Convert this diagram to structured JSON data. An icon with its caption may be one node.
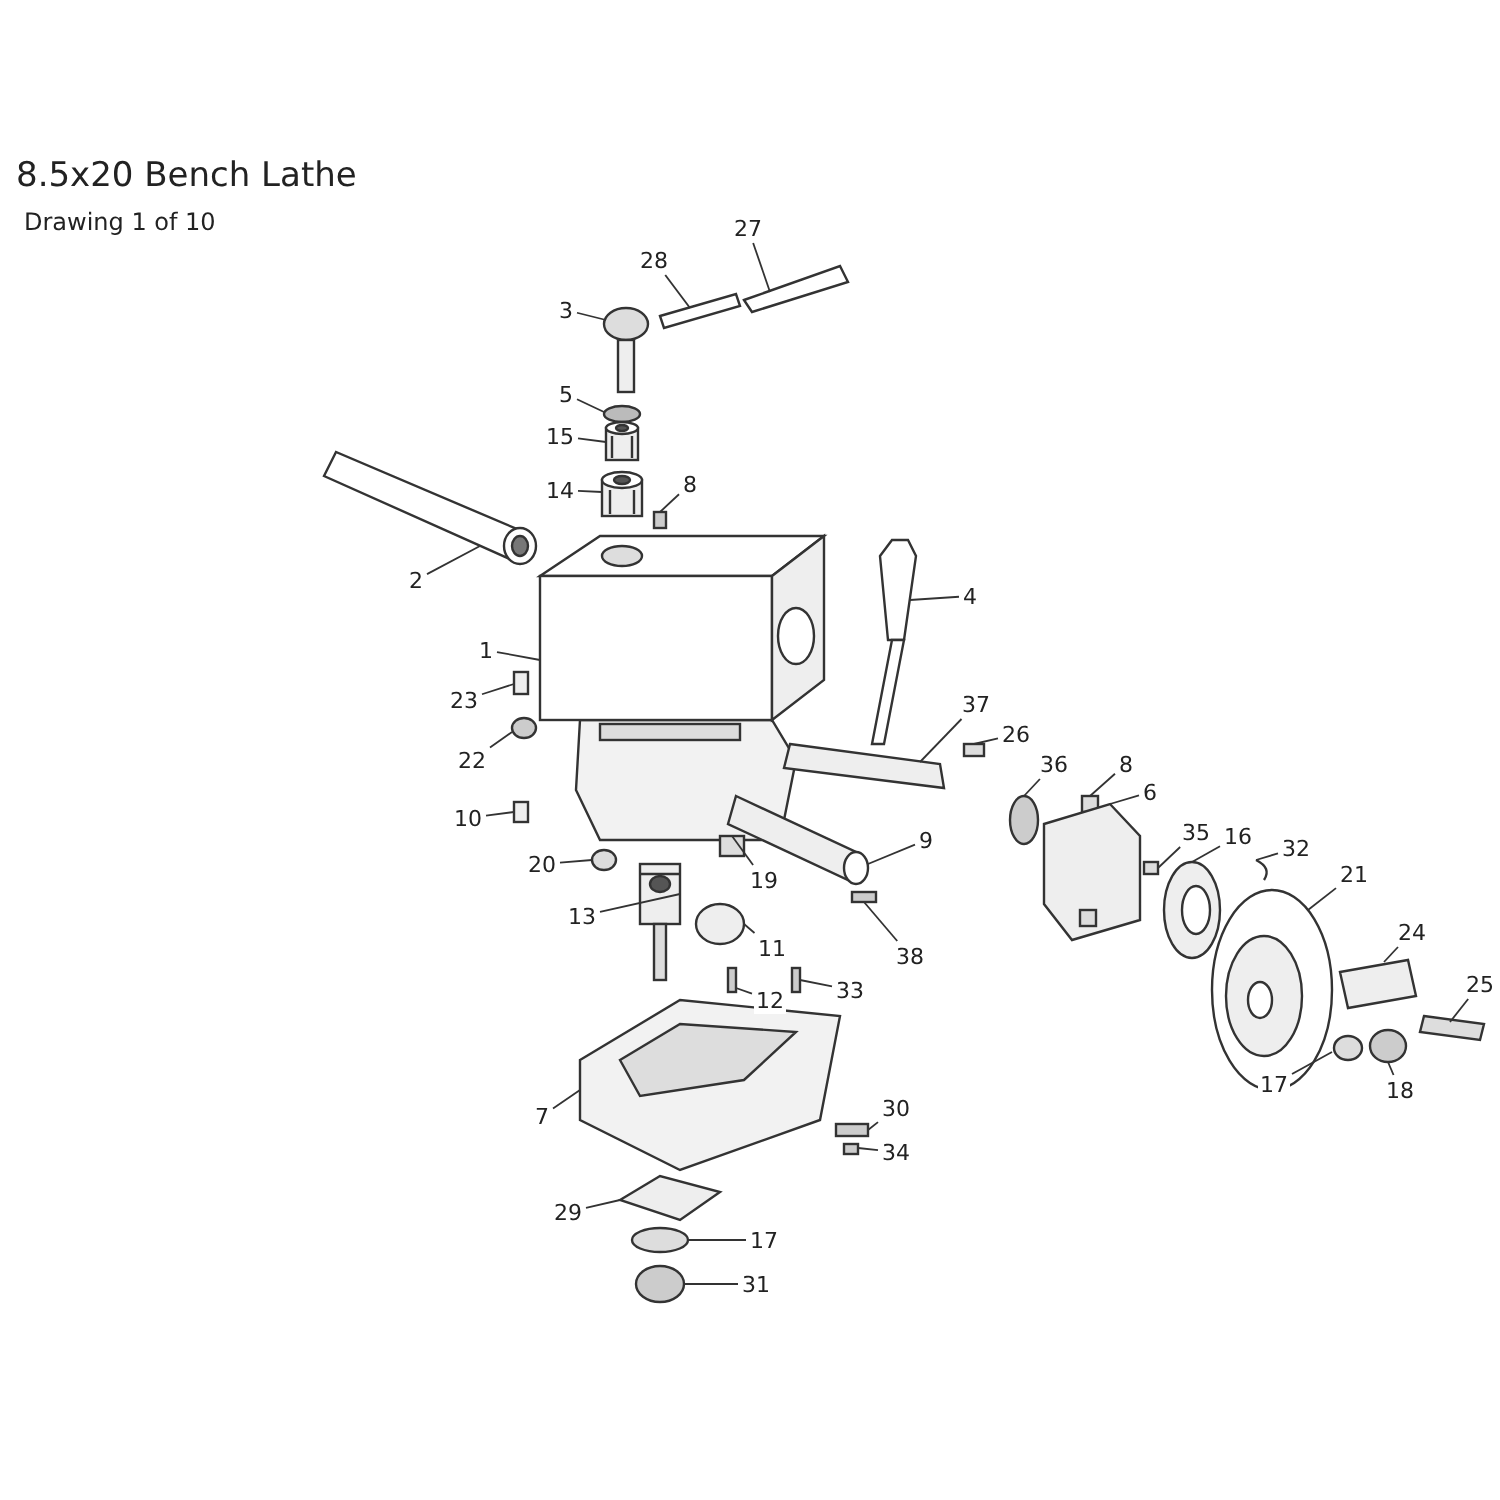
{
  "diagram": {
    "title": "8.5x20 Bench Lathe",
    "nodes": [
      {
        "text": [
          "27"
        ]
      },
      {
        "text": [
          "28"
        ]
      },
      {
        "text": [
          "3"
        ]
      },
      {
        "text": [
          "5"
        ]
      },
      {
        "text": [
          "15"
        ]
      },
      {
        "text": [
          "14"
        ]
      },
      {
        "text": [
          "8"
        ]
      },
      {
        "text": [
          "2"
        ]
      },
      {
        "text": [
          "4"
        ]
      },
      {
        "text": [
          "1"
        ]
      },
      {
        "text": [
          "23"
        ]
      },
      {
        "text": [
          "22"
        ]
      },
      {
        "text": [
          "37"
        ]
      },
      {
        "text": [
          "26"
        ]
      },
      {
        "text": [
          "8"
        ]
      },
      {
        "text": [
          "36"
        ]
      },
      {
        "text": [
          "6"
        ]
      },
      {
        "text": [
          "35"
        ]
      },
      {
        "text": [
          "16"
        ]
      },
      {
        "text": [
          "32"
        ]
      },
      {
        "text": [
          "21"
        ]
      },
      {
        "text": [
          "10"
        ]
      },
      {
        "text": [
          "20"
        ]
      },
      {
        "text": [
          "9"
        ]
      },
      {
        "text": [
          "19"
        ]
      },
      {
        "text": [
          "13"
        ]
      },
      {
        "text": [
          "11"
        ]
      },
      {
        "text": [
          "38"
        ]
      },
      {
        "text": [
          "12"
        ]
      },
      {
        "text": [
          "33"
        ]
      },
      {
        "text": [
          "24"
        ]
      },
      {
        "text": [
          "25"
        ]
      },
      {
        "text": [
          "17"
        ]
      },
      {
        "text": [
          "18"
        ]
      },
      {
        "text": [
          "7"
        ]
      },
      {
        "text": [
          "30"
        ]
      },
      {
        "text": [
          "34"
        ]
      },
      {
        "text": [
          "29"
        ]
      },
      {
        "text": [
          "17"
        ]
      },
      {
        "text": [
          "31"
        ]
      },
      {
        "text": [],
        "shape": "bar"
      },
      {
        "text": [],
        "shape": "bar"
      },
      {
        "text": [],
        "shape": "picture"
      },
      {
        "text": [],
        "shape": "circle"
      },
      {
        "text": [],
        "shape": "picture"
      },
      {
        "text": [],
        "shape": "picture"
      },
      {
        "text": [],
        "shape": "box"
      },
      {
        "text": [],
        "shape": "picture"
      },
      {
        "text": [],
        "shape": "picture"
      },
      {
        "text": [],
        "shape": "picture"
      },
      {
        "text": [],
        "shape": "box"
      },
      {
        "text": [],
        "shape": "circle"
      },
      {
        "text": [],
        "shape": "bar"
      },
      {
        "text": [],
        "shape": "box"
      },
      {
        "text": [],
        "shape": "box"
      },
      {
        "text": [],
        "shape": "circle"
      },
      {
        "text": [],
        "shape": "picture"
      },
      {
        "text": [],
        "shape": "box"
      },
      {
        "text": [],
        "shape": "picture"
      },
      {
        "text": [],
        "shape": "picture"
      },
      {
        "text": [],
        "shape": "picture"
      },
      {
        "text": [],
        "shape": "box"
      },
      {
        "text": [],
        "shape": "circle"
      },
      {
        "text": [],
        "shape": "picture"
      },
      {
        "text": [],
        "shape": "box"
      },
      {
        "text": [],
        "shape": "picture"
      },
      {
        "text": [],
        "shape": "circle"
      },
      {
        "text": [],
        "shape": "box"
      },
      {
        "text": [],
        "shape": "box"
      },
      {
        "text": [],
        "shape": "box"
      },
      {
        "text": [],
        "shape": "bar"
      },
      {
        "text": [],
        "shape": "bar"
      },
      {
        "text": [],
        "shape": "circle"
      },
      {
        "text": [],
        "shape": "circle"
      },
      {
        "text": [],
        "shape": "picture"
      },
      {
        "text": [],
        "shape": "box"
      },
      {
        "text": [],
        "shape": "box"
      },
      {
        "text": [],
        "shape": "bar"
      },
      {
        "text": [],
        "shape": "circle"
      },
      {
        "text": [],
        "shape": "circle"
      }
    ],
    "edges": [
      {
        "from": 0,
        "to": 40,
        "arrow": "none"
      },
      {
        "from": 1,
        "to": 41,
        "arrow": "none"
      },
      {
        "from": 2,
        "to": 42,
        "arrow": "none"
      },
      {
        "from": 3,
        "to": 43,
        "arrow": "none"
      },
      {
        "from": 4,
        "to": 44,
        "arrow": "none"
      },
      {
        "from": 5,
        "to": 45,
        "arrow": "none"
      },
      {
        "from": 6,
        "to": 46,
        "arrow": "none"
      },
      {
        "from": 7,
        "to": 47,
        "arrow": "none"
      },
      {
        "from": 8,
        "to": 48,
        "arrow": "none"
      },
      {
        "from": 9,
        "to": 49,
        "arrow": "none"
      },
      {
        "from": 10,
        "to": 50,
        "arrow": "none"
      },
      {
        "from": 11,
        "to": 51,
        "arrow": "none"
      },
      {
        "from": 12,
        "to": 52,
        "arrow": "none"
      },
      {
        "from": 13,
        "to": 53,
        "arrow": "none"
      },
      {
        "from": 14,
        "to": 54,
        "arrow": "none"
      },
      {
        "from": 15,
        "to": 55,
        "arrow": "none"
      },
      {
        "from": 16,
        "to": 56,
        "arrow": "none"
      },
      {
        "from": 17,
        "to": 57,
        "arrow": "none"
      },
      {
        "from": 18,
        "to": 58,
        "arrow": "none"
      },
      {
        "from": 19,
        "to": 59,
        "arrow": "none"
      },
      {
        "from": 20,
        "to": 60,
        "arrow": "none"
      },
      {
        "from": 21,
        "to": 61,
        "arrow": "none"
      },
      {
        "from": 22,
        "to": 62,
        "arrow": "none"
      },
      {
        "from": 23,
        "to": 63,
        "arrow": "none"
      },
      {
        "from": 24,
        "to": 64,
        "arrow": "none"
      },
      {
        "from": 25,
        "to": 65,
        "arrow": "none"
      },
      {
        "from": 26,
        "to": 66,
        "arrow": "none"
      },
      {
        "from": 27,
        "to": 67,
        "arrow": "none"
      },
      {
        "from": 28,
        "to": 68,
        "arrow": "none"
      },
      {
        "from": 29,
        "to": 69,
        "arrow": "none"
      },
      {
        "from": 30,
        "to": 70,
        "arrow": "none"
      },
      {
        "from": 31,
        "to": 71,
        "arrow": "none"
      },
      {
        "from": 32,
        "to": 72,
        "arrow": "none"
      },
      {
        "from": 33,
        "to": 73,
        "arrow": "none"
      },
      {
        "from": 34,
        "to": 74,
        "arrow": "none"
      },
      {
        "from": 35,
        "to": 75,
        "arrow": "none"
      },
      {
        "from": 36,
        "to": 76,
        "arrow": "none"
      },
      {
        "from": 37,
        "to": 77,
        "arrow": "none"
      },
      {
        "from": 38,
        "to": 78,
        "arrow": "none"
      },
      {
        "from": 39,
        "to": 79,
        "arrow": "none"
      }
    ],
    "labels": [
      "Drawing 1 of 10"
    ]
  }
}
